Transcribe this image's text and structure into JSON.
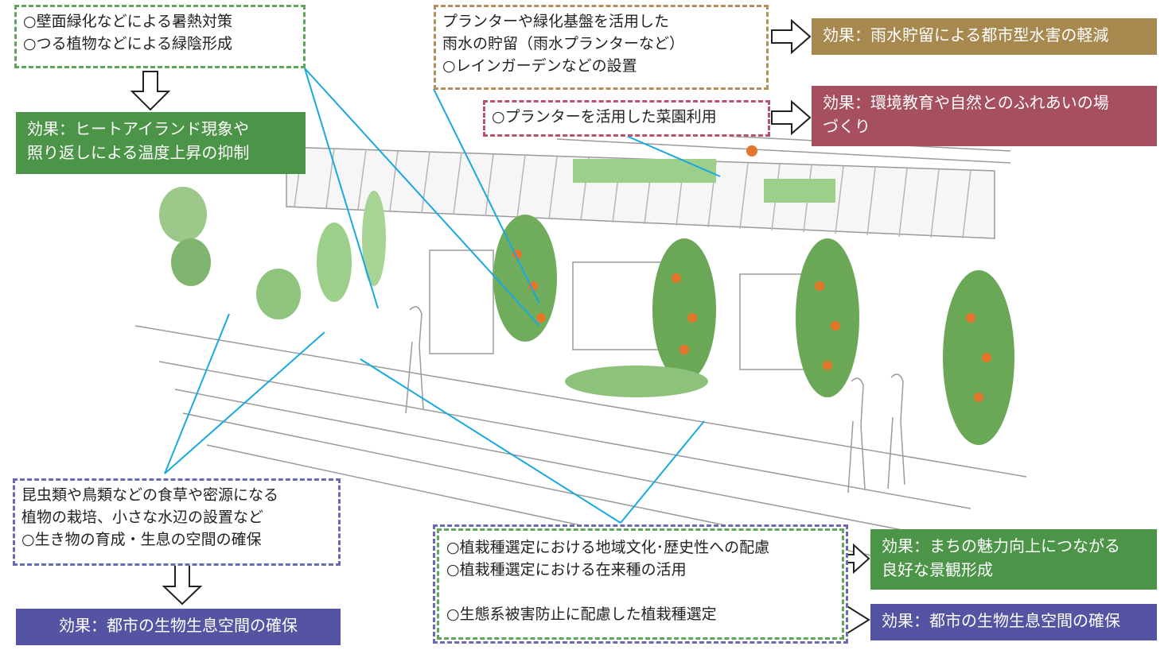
{
  "colors": {
    "green": "#4c9448",
    "brown": "#a7894f",
    "red": "#a6505f",
    "purple": "#5454a3",
    "leader": "#1aa8e0"
  },
  "boxes": {
    "wall_greening": {
      "lines": [
        "○壁面緑化などによる暑熱対策",
        "○つる植物などによる緑陰形成"
      ]
    },
    "rain_storage": {
      "lines": [
        "プランターや緑化基盤を活用した",
        "雨水の貯留（雨水プランターなど）",
        "○レインガーデンなどの設置"
      ]
    },
    "vegetable_garden": {
      "lines": [
        "○プランターを活用した菜園利用"
      ]
    },
    "habitat": {
      "lines": [
        "昆虫類や鳥類などの食草や密源になる",
        "植物の栽培、小さな水辺の設置など",
        "○生き物の育成・生息の空間の確保"
      ]
    },
    "species_selection": {
      "lines": [
        "○植栽種選定における地域文化･歴史性への配慮",
        "○植栽種選定における在来種の活用",
        "",
        "○生態系被害防止に配慮した植栽種選定"
      ]
    }
  },
  "effects": {
    "heat_island": [
      "効果：ヒートアイランド現象や",
      "照り返しによる温度上昇の抑制"
    ],
    "flood": [
      "効果：雨水貯留による都市型水害の軽減"
    ],
    "education": [
      "効果：環境教育や自然とのふれあいの場",
      "づくり"
    ],
    "habitat_left": [
      "効果：都市の生物生息空間の確保"
    ],
    "landscape": [
      "効果：まちの魅力向上につながる",
      "良好な景観形成"
    ],
    "habitat_right": [
      "効果：都市の生物生息空間の確保"
    ]
  }
}
